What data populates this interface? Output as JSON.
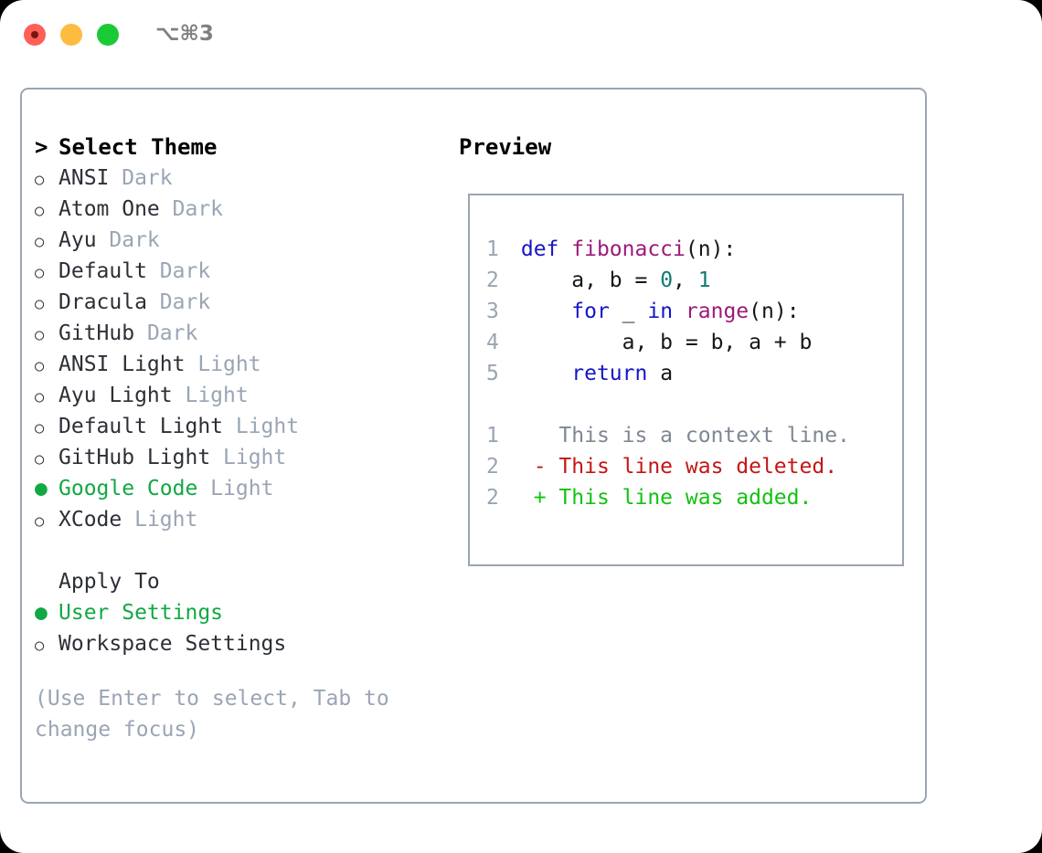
{
  "titlebar": {
    "shortcut": "⌥⌘3",
    "buttons": [
      {
        "name": "close",
        "color": "#fc6058"
      },
      {
        "name": "minimize",
        "color": "#fdbc40"
      },
      {
        "name": "maximize",
        "color": "#19ca36"
      }
    ]
  },
  "theme_list": {
    "header_marker": ">",
    "header": "Select Theme",
    "items": [
      {
        "marker": "○",
        "name": "ANSI",
        "variant": "Dark",
        "selected": false
      },
      {
        "marker": "○",
        "name": "Atom One",
        "variant": "Dark",
        "selected": false
      },
      {
        "marker": "○",
        "name": "Ayu",
        "variant": "Dark",
        "selected": false
      },
      {
        "marker": "○",
        "name": "Default",
        "variant": "Dark",
        "selected": false
      },
      {
        "marker": "○",
        "name": "Dracula",
        "variant": "Dark",
        "selected": false
      },
      {
        "marker": "○",
        "name": "GitHub",
        "variant": "Dark",
        "selected": false
      },
      {
        "marker": "○",
        "name": "ANSI Light",
        "variant": "Light",
        "selected": false
      },
      {
        "marker": "○",
        "name": "Ayu Light",
        "variant": "Light",
        "selected": false
      },
      {
        "marker": "○",
        "name": "Default Light",
        "variant": "Light",
        "selected": false
      },
      {
        "marker": "○",
        "name": "GitHub Light",
        "variant": "Light",
        "selected": false
      },
      {
        "marker": "●",
        "name": "Google Code",
        "variant": "Light",
        "selected": true
      },
      {
        "marker": "○",
        "name": "XCode",
        "variant": "Light",
        "selected": false
      }
    ]
  },
  "apply_to": {
    "header": "Apply To",
    "items": [
      {
        "marker": "●",
        "name": "User Settings",
        "selected": true
      },
      {
        "marker": "○",
        "name": "Workspace Settings",
        "selected": false
      }
    ]
  },
  "help": {
    "line1": "(Use Enter to select, Tab to",
    "line2": "change focus)"
  },
  "preview": {
    "title": "Preview",
    "code_lines": [
      {
        "no": "1",
        "tokens": [
          {
            "t": "def ",
            "c": "kw"
          },
          {
            "t": "fibonacci",
            "c": "fn"
          },
          {
            "t": "(n):",
            "c": "plain"
          }
        ]
      },
      {
        "no": "2",
        "tokens": [
          {
            "t": "    a, b = ",
            "c": "plain"
          },
          {
            "t": "0",
            "c": "num"
          },
          {
            "t": ", ",
            "c": "plain"
          },
          {
            "t": "1",
            "c": "num"
          }
        ]
      },
      {
        "no": "3",
        "tokens": [
          {
            "t": "    ",
            "c": "plain"
          },
          {
            "t": "for",
            "c": "kw"
          },
          {
            "t": " _ ",
            "c": "plain"
          },
          {
            "t": "in",
            "c": "kw"
          },
          {
            "t": " ",
            "c": "plain"
          },
          {
            "t": "range",
            "c": "fn"
          },
          {
            "t": "(n):",
            "c": "plain"
          }
        ]
      },
      {
        "no": "4",
        "tokens": [
          {
            "t": "        a, b = b, a + b",
            "c": "plain"
          }
        ]
      },
      {
        "no": "5",
        "tokens": [
          {
            "t": "    ",
            "c": "plain"
          },
          {
            "t": "return",
            "c": "kw"
          },
          {
            "t": " a",
            "c": "plain"
          }
        ]
      }
    ],
    "diff_lines": [
      {
        "no": "1",
        "sign": " ",
        "text": " This is a context line.",
        "cls": "ctx"
      },
      {
        "no": "2",
        "sign": "-",
        "text": " This line was deleted.",
        "cls": "del"
      },
      {
        "no": "2",
        "sign": "+",
        "text": " This line was added.",
        "cls": "add"
      }
    ]
  },
  "colors": {
    "accent_green": "#11a844",
    "muted": "#9aa5b4",
    "keyword": "#1515c8",
    "function": "#9c1a7a",
    "number": "#0f7a72",
    "diff_add": "#11c211",
    "diff_del": "#c41616"
  }
}
